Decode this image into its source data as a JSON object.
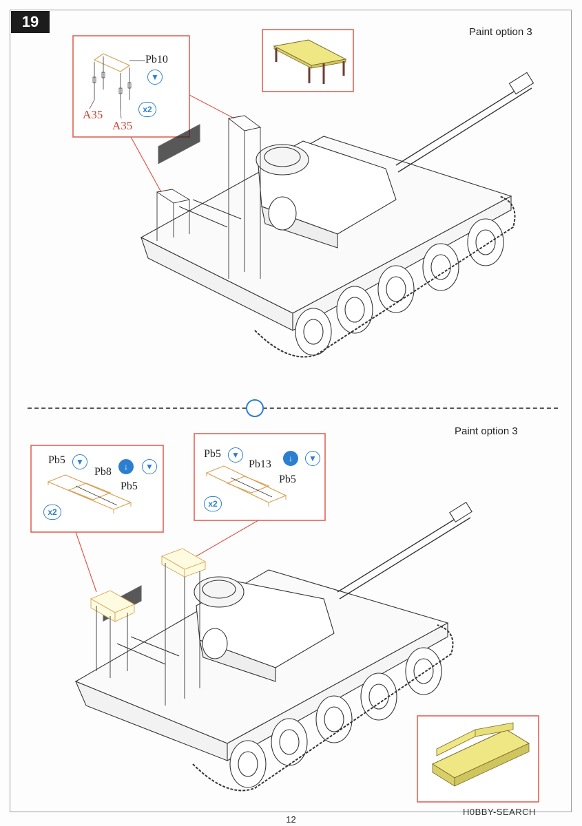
{
  "step": {
    "number": "19"
  },
  "top": {
    "paint_option": "Paint option 3",
    "callout": {
      "part_main": "Pb10",
      "part_left": "A35",
      "part_bottom": "A35",
      "count": "x2"
    }
  },
  "bottom": {
    "paint_option": "Paint option 3",
    "callout_left": {
      "part_a": "Pb5",
      "part_b": "Pb8",
      "part_c": "Pb5",
      "count": "x2"
    },
    "callout_right": {
      "part_a": "Pb5",
      "part_b": "Pb13",
      "part_c": "Pb5",
      "count": "x2"
    }
  },
  "footer": {
    "page_number": "12",
    "watermark": "H0BBY-SEARCH"
  },
  "colors": {
    "callout_border": "#e0584a",
    "icon_blue": "#2c7fd0",
    "paint_yellow": "#efe684",
    "part_outline": "#d8a054"
  }
}
